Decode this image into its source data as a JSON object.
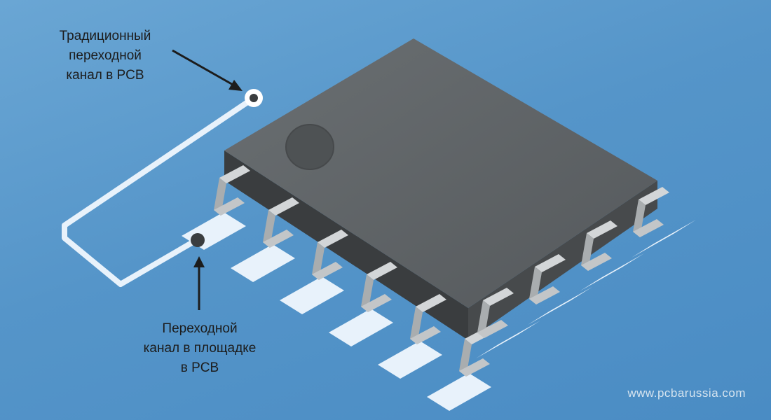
{
  "labels": {
    "traditional_via": [
      "Традиционный",
      "переходной",
      "канал в PCB"
    ],
    "via_in_pad": [
      "Переходной",
      "канал в площадке",
      "в PCB"
    ]
  },
  "watermark": "www.pcbarussia.com",
  "colors": {
    "background": "#5595c9",
    "chip_top": "#5f6466",
    "chip_side": "#3f4244",
    "pad": "#e8f2fb",
    "lead": "#b8bcbe",
    "trace": "#e8f2fb",
    "arrow": "#1c1c1c"
  }
}
